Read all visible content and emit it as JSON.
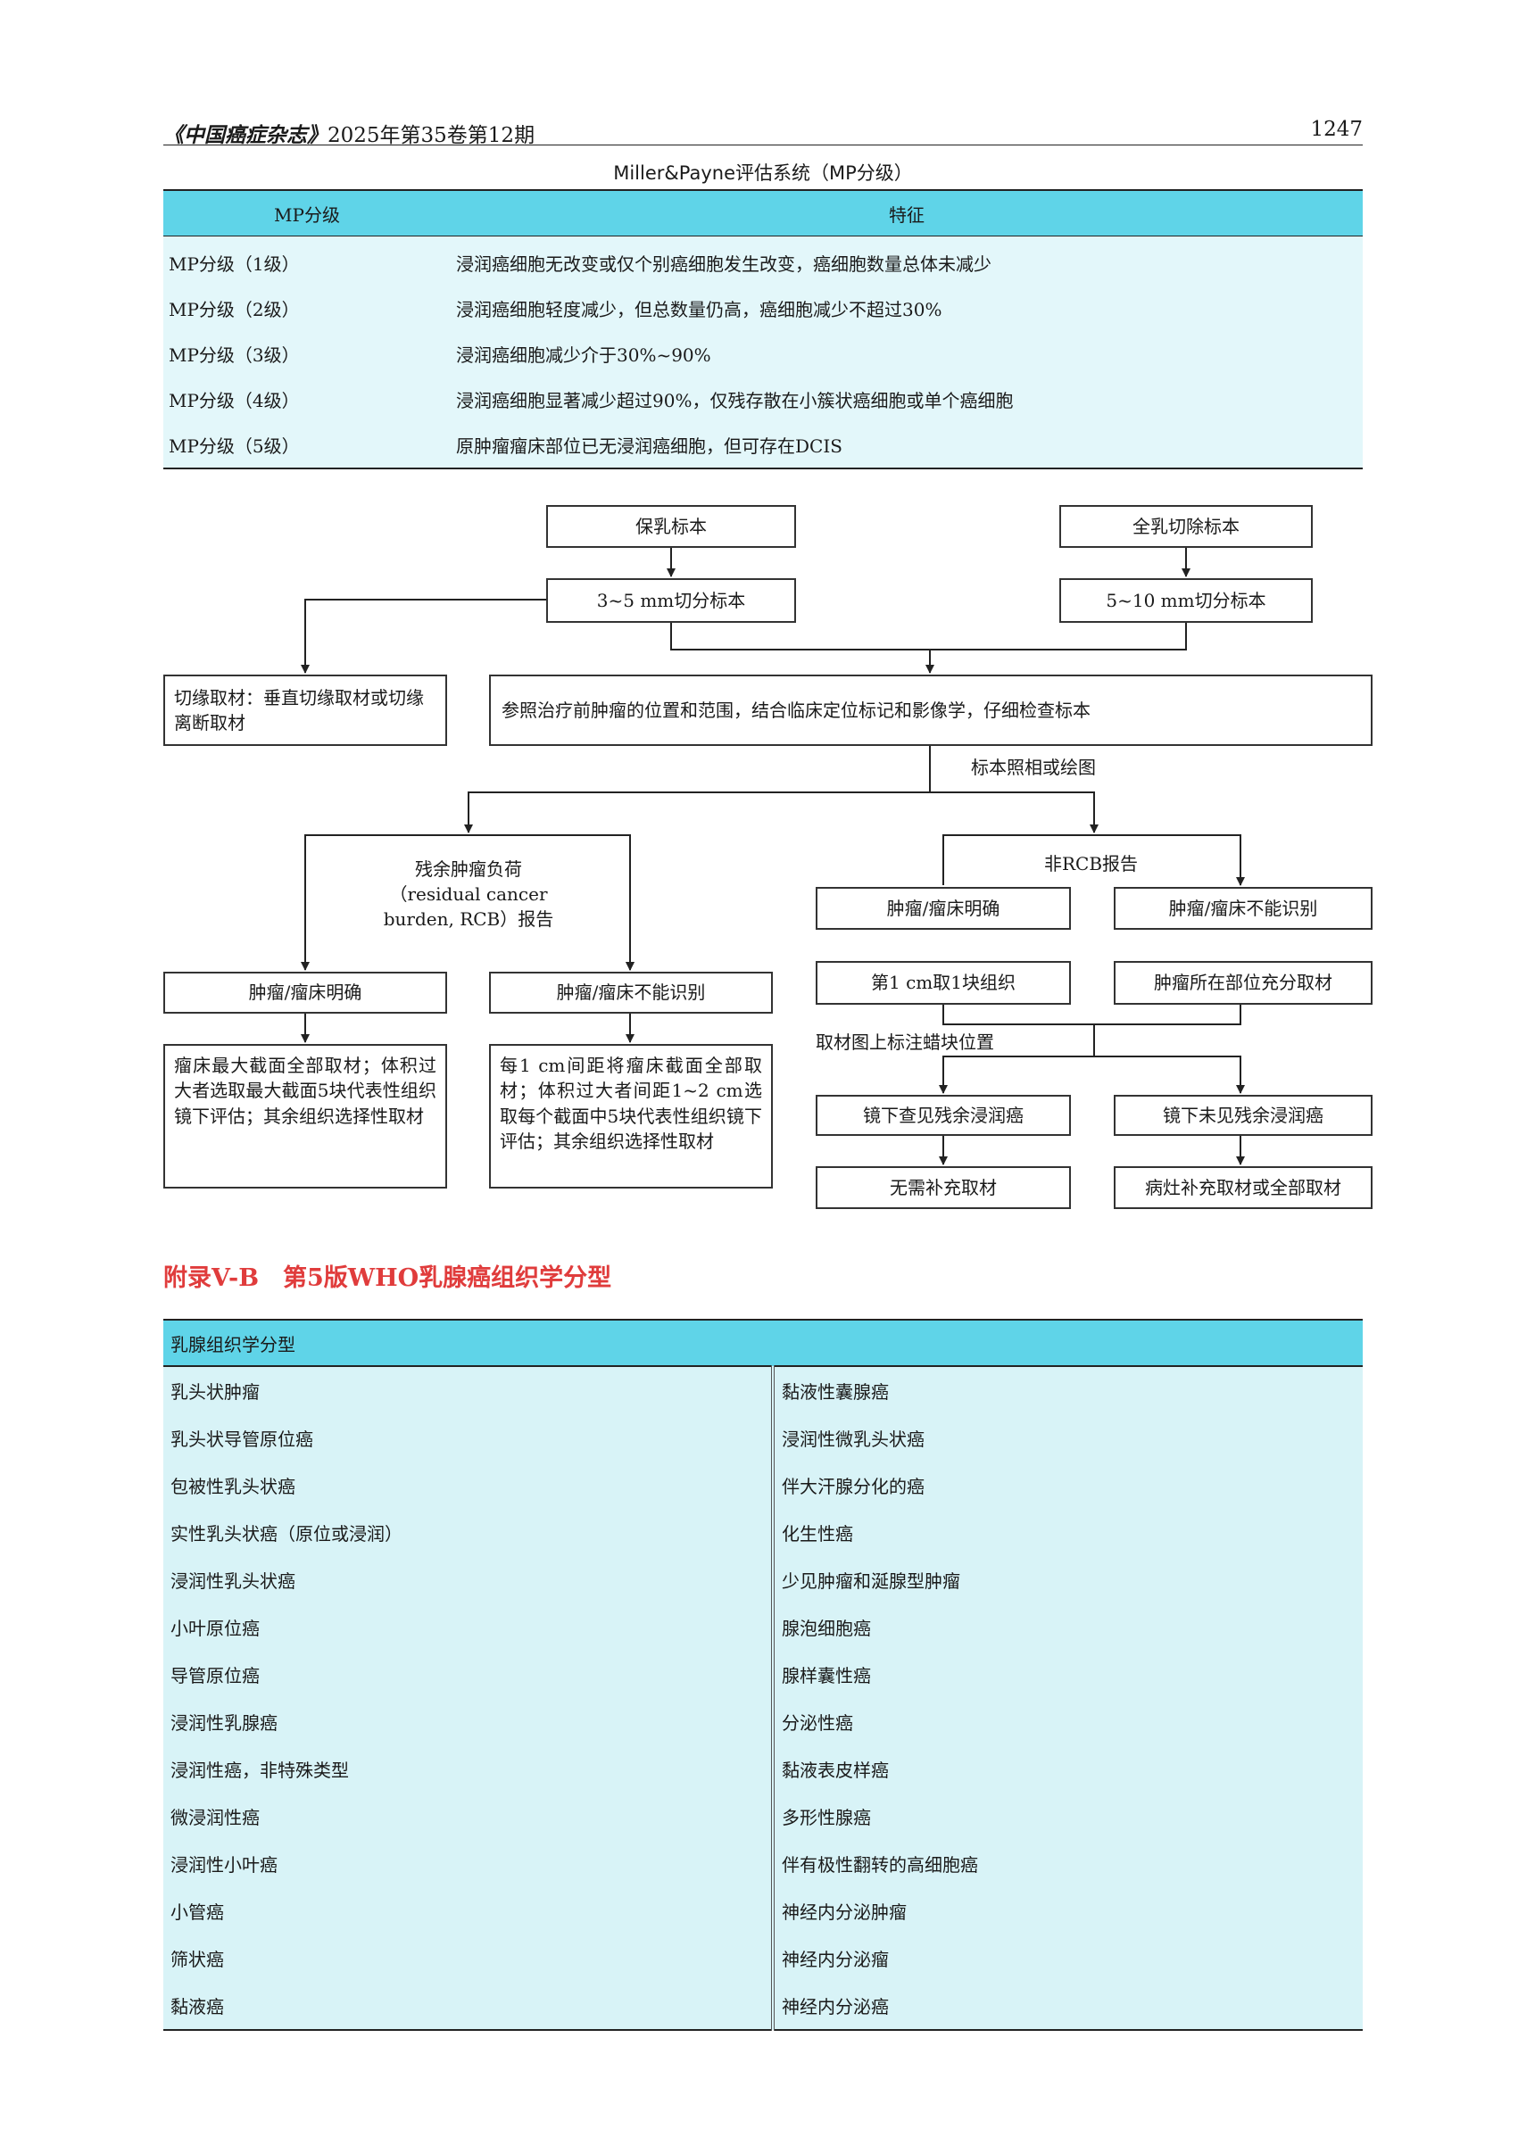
{
  "header": {
    "journal": "《中国癌症杂志》",
    "issue": "2025年第35卷第12期",
    "page": "1247"
  },
  "mp_table": {
    "title": "Miller&Payne评估系统（MP分级）",
    "col_headers": [
      "MP分级",
      "特征"
    ],
    "rows": [
      [
        "MP分级（1级）",
        "浸润癌细胞无改变或仅个别癌细胞发生改变，癌细胞数量总体未减少"
      ],
      [
        "MP分级（2级）",
        "浸润癌细胞轻度减少，但总数量仍高，癌细胞减少不超过30%"
      ],
      [
        "MP分级（3级）",
        "浸润癌细胞减少介于30%~90%"
      ],
      [
        "MP分级（4级）",
        "浸润癌细胞显著减少超过90%，仅残存散在小簇状癌细胞或单个癌细胞"
      ],
      [
        "MP分级（5级）",
        "原肿瘤瘤床部位已无浸润癌细胞，但可存在DCIS"
      ]
    ]
  },
  "flowchart": {
    "b1": "保乳标本",
    "b2": "全乳切除标本",
    "b3": "3~5 mm切分标本",
    "b4": "5~10 mm切分标本",
    "b5": "切缘取材：垂直切缘取材或切缘离断取材",
    "b6": "参照治疗前肿瘤的位置和范围，结合临床定位标记和影像学，仔细检查标本",
    "l1": "标本照相或绘图",
    "l2": "残余肿瘤负荷（residual cancer burden, RCB）报告",
    "l3": "非RCB报告",
    "b7": "肿瘤/瘤床明确",
    "b8": "肿瘤/瘤床不能识别",
    "b9": "肿瘤/瘤床明确",
    "b10": "肿瘤/瘤床不能识别",
    "b11": "瘤床最大截面全部取材；体积过大者选取最大截面5块代表性组织镜下评估；其余组织选择性取材",
    "b12": "每1 cm间距将瘤床截面全部取材；体积过大者间距1~2 cm选取每个截面中5块代表性组织镜下评估；其余组织选择性取材",
    "b13": "第1 cm取1块组织",
    "b14": "肿瘤所在部位充分取材",
    "l4": "取材图上标注蜡块位置",
    "b15": "镜下查见残余浸润癌",
    "b16": "镜下未见残余浸润癌",
    "b17": "无需补充取材",
    "b18": "病灶补充取材或全部取材"
  },
  "appendix": {
    "title": "附录V-B　第5版WHO乳腺癌组织学分型",
    "header": "乳腺组织学分型",
    "rows": [
      [
        "乳头状肿瘤",
        "黏液性囊腺癌"
      ],
      [
        "乳头状导管原位癌",
        "浸润性微乳头状癌"
      ],
      [
        "包被性乳头状癌",
        "伴大汗腺分化的癌"
      ],
      [
        "实性乳头状癌（原位或浸润）",
        "化生性癌"
      ],
      [
        "浸润性乳头状癌",
        "少见肿瘤和涎腺型肿瘤"
      ],
      [
        "小叶原位癌",
        "腺泡细胞癌"
      ],
      [
        "导管原位癌",
        "腺样囊性癌"
      ],
      [
        "浸润性乳腺癌",
        "分泌性癌"
      ],
      [
        "浸润性癌，非特殊类型",
        "黏液表皮样癌"
      ],
      [
        "微浸润性癌",
        "多形性腺癌"
      ],
      [
        "浸润性小叶癌",
        "伴有极性翻转的高细胞癌"
      ],
      [
        "小管癌",
        "神经内分泌肿瘤"
      ],
      [
        "筛状癌",
        "神经内分泌瘤"
      ],
      [
        "黏液癌",
        "神经内分泌癌"
      ]
    ]
  }
}
